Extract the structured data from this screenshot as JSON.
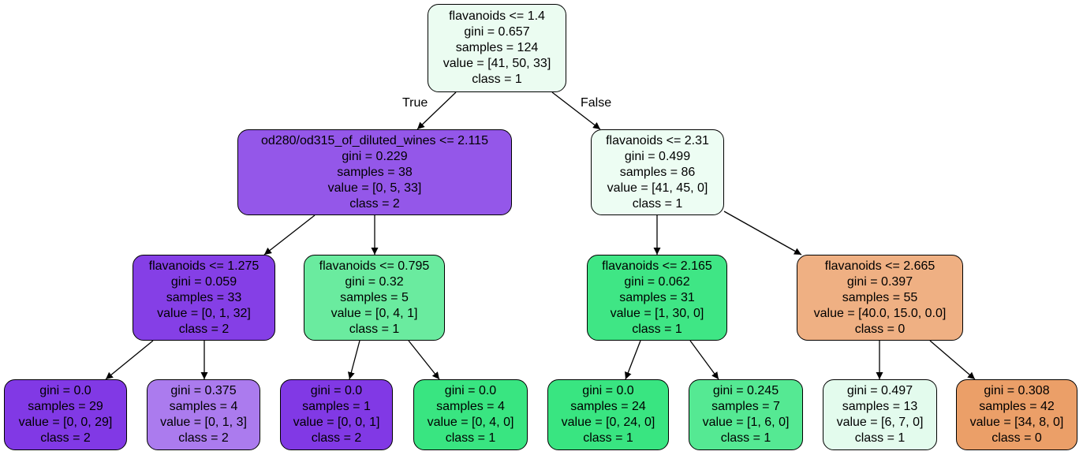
{
  "edge_labels": {
    "true": "True",
    "false": "False"
  },
  "nodes": [
    {
      "id": "n0",
      "lines": [
        "flavanoids <= 1.4",
        "gini = 0.657",
        "samples = 124",
        "value = [41, 50, 33]",
        "class = 1"
      ],
      "fill": "#ebfcf1"
    },
    {
      "id": "n1",
      "lines": [
        "od280/od315_of_diluted_wines <= 2.115",
        "gini = 0.229",
        "samples = 38",
        "value = [0, 5, 33]",
        "class = 2"
      ],
      "fill": "#9457e9"
    },
    {
      "id": "n2",
      "lines": [
        "flavanoids <= 2.31",
        "gini = 0.499",
        "samples = 86",
        "value = [41, 45, 0]",
        "class = 1"
      ],
      "fill": "#edfdf3"
    },
    {
      "id": "n3",
      "lines": [
        "flavanoids <= 1.275",
        "gini = 0.059",
        "samples = 33",
        "value = [0, 1, 32]",
        "class = 2"
      ],
      "fill": "#853fe6"
    },
    {
      "id": "n4",
      "lines": [
        "flavanoids <= 0.795",
        "gini = 0.32",
        "samples = 5",
        "value = [0, 4, 1]",
        "class = 1"
      ],
      "fill": "#6aeb9f"
    },
    {
      "id": "n5",
      "lines": [
        "flavanoids <= 2.165",
        "gini = 0.062",
        "samples = 31",
        "value = [1, 30, 0]",
        "class = 1"
      ],
      "fill": "#3fe685"
    },
    {
      "id": "n6",
      "lines": [
        "flavanoids <= 2.665",
        "gini = 0.397",
        "samples = 55",
        "value = [40.0, 15.0, 0.0]",
        "class = 0"
      ],
      "fill": "#efb083"
    },
    {
      "id": "n7",
      "lines": [
        "gini = 0.0",
        "samples = 29",
        "value = [0, 0, 29]",
        "class = 2"
      ],
      "fill": "#8139e5"
    },
    {
      "id": "n8",
      "lines": [
        "gini = 0.375",
        "samples = 4",
        "value = [0, 1, 3]",
        "class = 2"
      ],
      "fill": "#ab7bee"
    },
    {
      "id": "n9",
      "lines": [
        "gini = 0.0",
        "samples = 1",
        "value = [0, 0, 1]",
        "class = 2"
      ],
      "fill": "#8139e5"
    },
    {
      "id": "n10",
      "lines": [
        "gini = 0.0",
        "samples = 4",
        "value = [0, 4, 0]",
        "class = 1"
      ],
      "fill": "#39e581"
    },
    {
      "id": "n11",
      "lines": [
        "gini = 0.0",
        "samples = 24",
        "value = [0, 24, 0]",
        "class = 1"
      ],
      "fill": "#39e581"
    },
    {
      "id": "n12",
      "lines": [
        "gini = 0.245",
        "samples = 7",
        "value = [1, 6, 0]",
        "class = 1"
      ],
      "fill": "#55e993"
    },
    {
      "id": "n13",
      "lines": [
        "gini = 0.497",
        "samples = 13",
        "value = [6, 7, 0]",
        "class = 1"
      ],
      "fill": "#e3fbed"
    },
    {
      "id": "n14",
      "lines": [
        "gini = 0.308",
        "samples = 42",
        "value = [34, 8, 0]",
        "class = 0"
      ],
      "fill": "#eb9f68"
    }
  ],
  "edges": [
    [
      "n0",
      "n1"
    ],
    [
      "n0",
      "n2"
    ],
    [
      "n1",
      "n3"
    ],
    [
      "n1",
      "n4"
    ],
    [
      "n2",
      "n5"
    ],
    [
      "n2",
      "n6"
    ],
    [
      "n3",
      "n7"
    ],
    [
      "n3",
      "n8"
    ],
    [
      "n4",
      "n9"
    ],
    [
      "n4",
      "n10"
    ],
    [
      "n5",
      "n11"
    ],
    [
      "n5",
      "n12"
    ],
    [
      "n6",
      "n13"
    ],
    [
      "n6",
      "n14"
    ]
  ]
}
